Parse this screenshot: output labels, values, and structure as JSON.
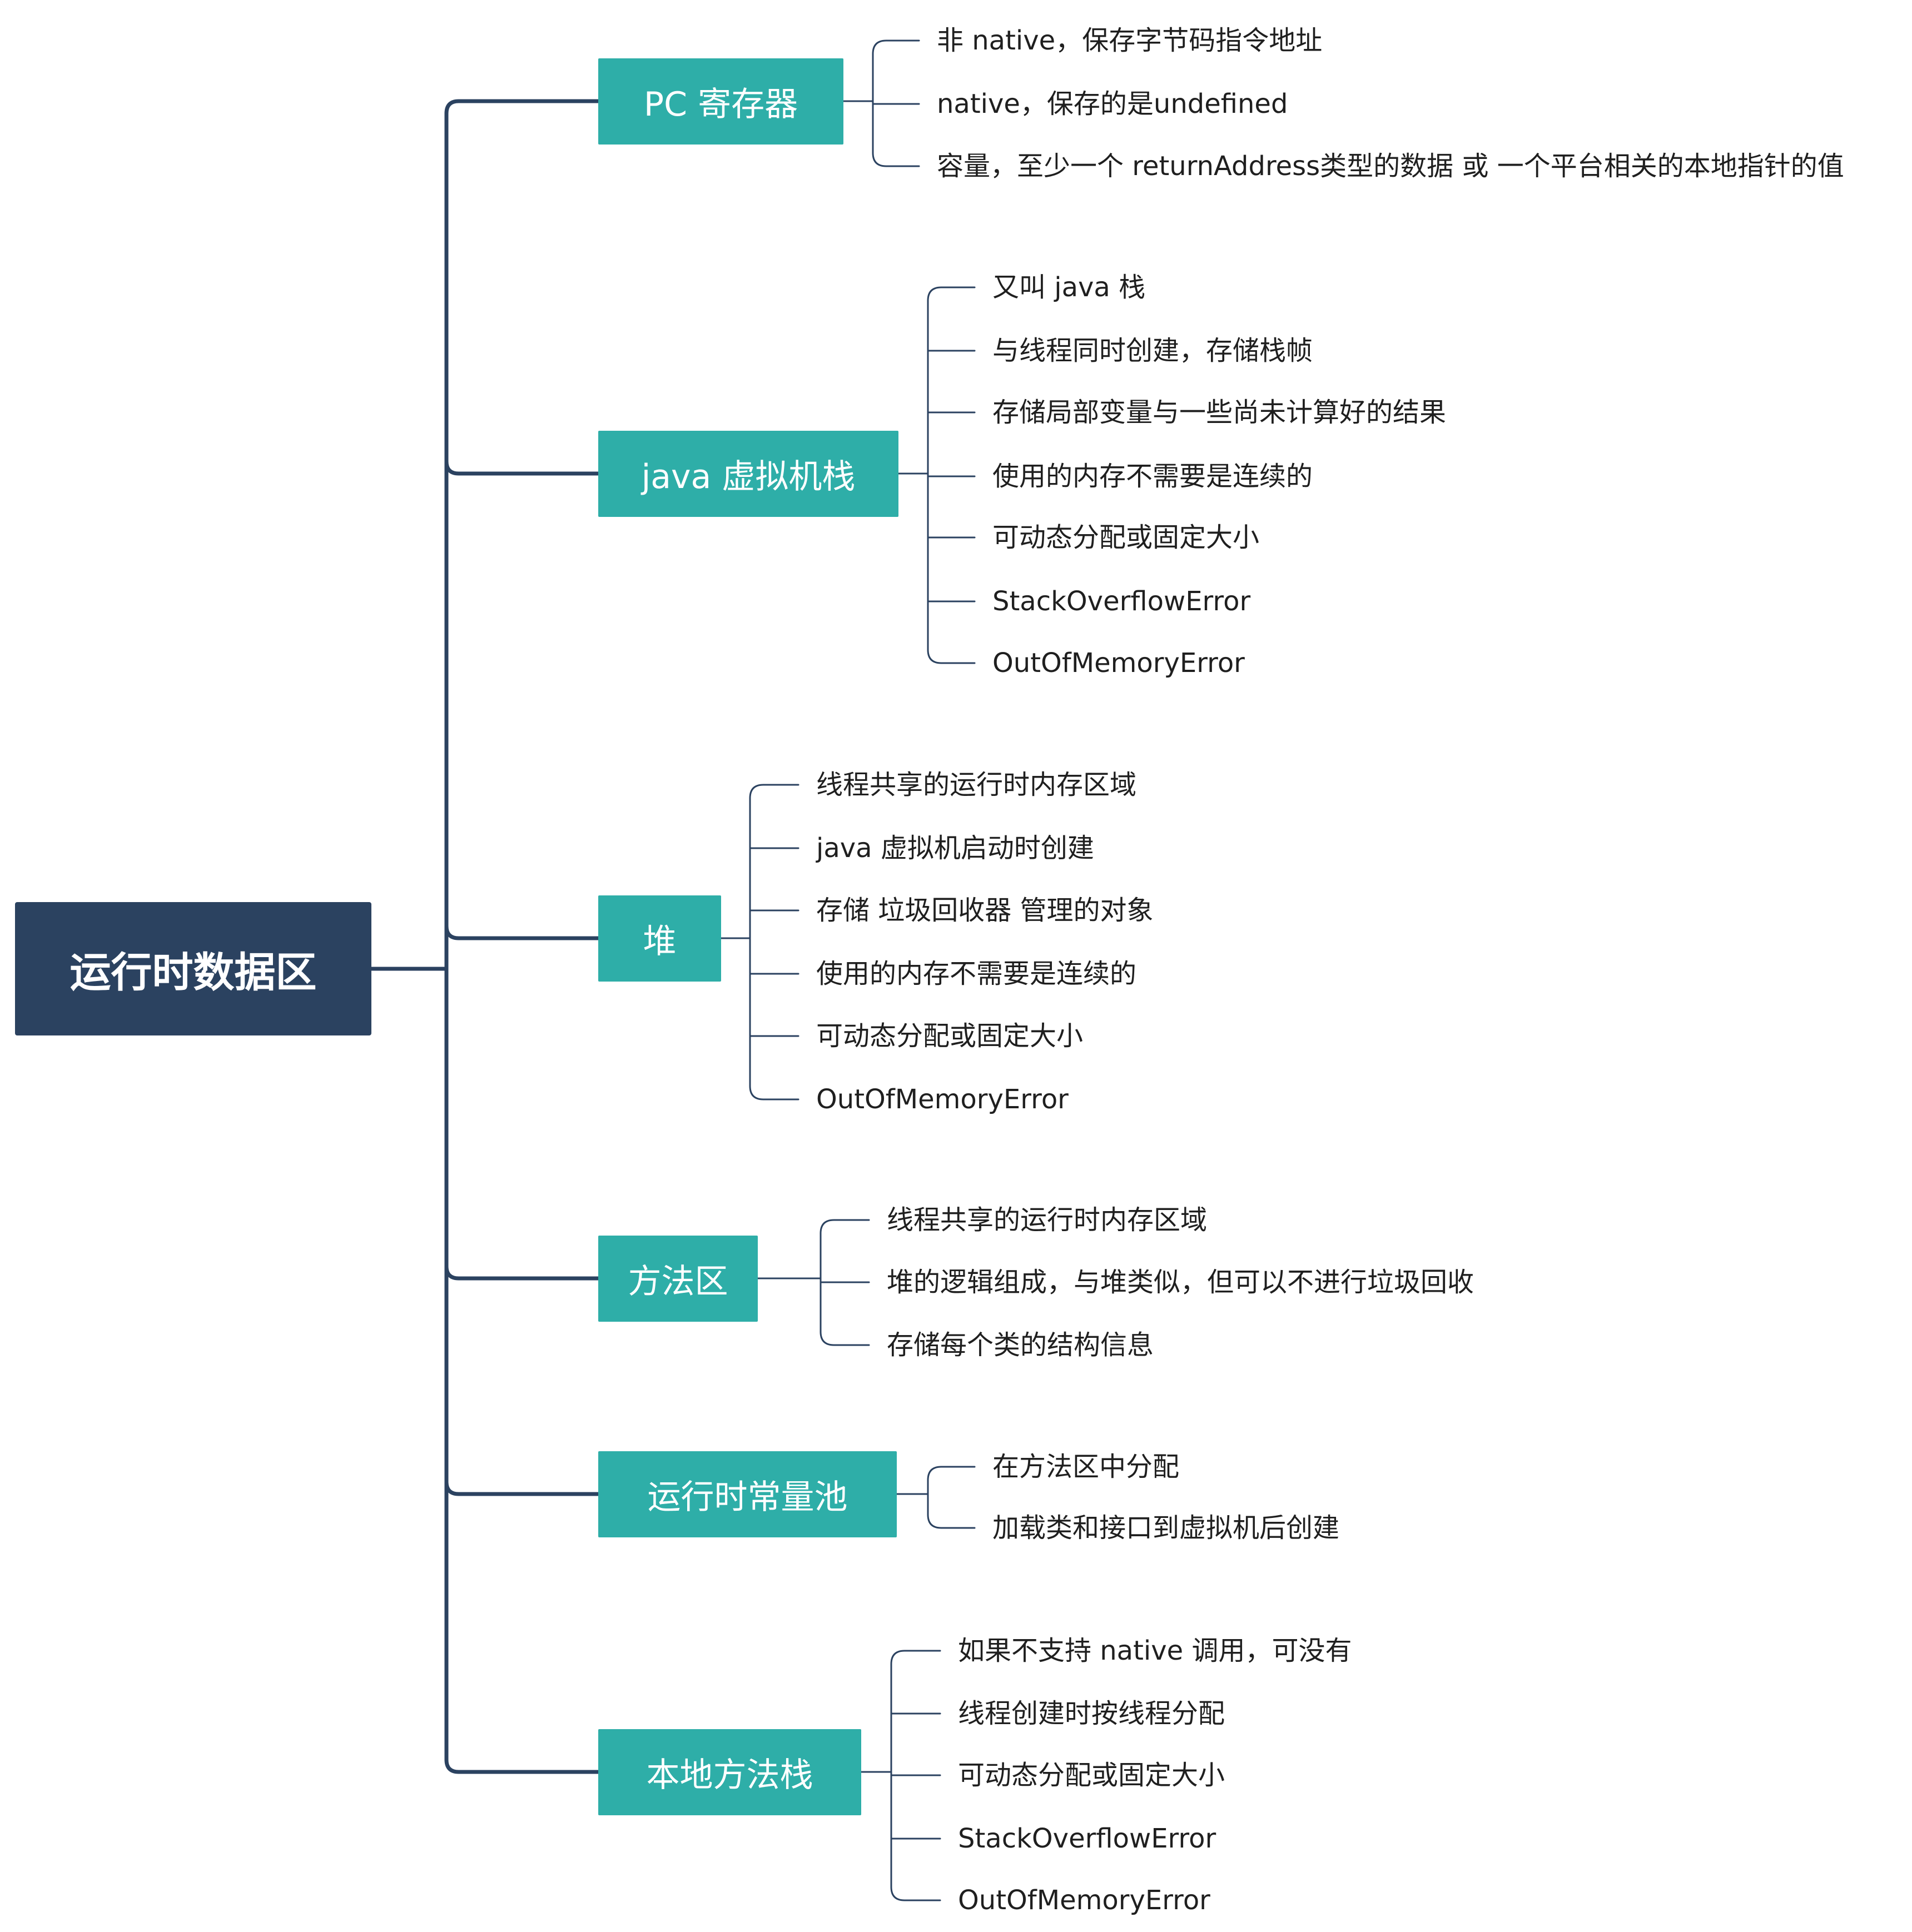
{
  "colors": {
    "root_fill": "#2b4260",
    "branch_fill": "#2eaea8",
    "line": "#2b4260",
    "text_on_fill": "#ffffff",
    "leaf_text": "#1f1f1f"
  },
  "root": {
    "label": "运行时数据区"
  },
  "branches": [
    {
      "label": "PC 寄存器",
      "leaves": [
        "非 native，保存字节码指令地址",
        "native，保存的是undefined",
        "容量，至少一个 returnAddress类型的数据 或 一个平台相关的本地指针的值"
      ]
    },
    {
      "label": "java 虚拟机栈",
      "leaves": [
        "又叫 java 栈",
        "与线程同时创建，存储栈帧",
        "存储局部变量与一些尚未计算好的结果",
        "使用的内存不需要是连续的",
        "可动态分配或固定大小",
        "StackOverflowError",
        "OutOfMemoryError"
      ]
    },
    {
      "label": "堆",
      "leaves": [
        "线程共享的运行时内存区域",
        "java 虚拟机启动时创建",
        "存储 垃圾回收器 管理的对象",
        "使用的内存不需要是连续的",
        "可动态分配或固定大小",
        "OutOfMemoryError"
      ]
    },
    {
      "label": "方法区",
      "leaves": [
        "线程共享的运行时内存区域",
        "堆的逻辑组成，与堆类似，但可以不进行垃圾回收",
        "存储每个类的结构信息"
      ]
    },
    {
      "label": "运行时常量池",
      "leaves": [
        "在方法区中分配",
        "加载类和接口到虚拟机后创建"
      ]
    },
    {
      "label": "本地方法栈",
      "leaves": [
        "如果不支持 native 调用，可没有",
        "线程创建时按线程分配",
        "可动态分配或固定大小",
        "StackOverflowError",
        "OutOfMemoryError"
      ]
    }
  ]
}
